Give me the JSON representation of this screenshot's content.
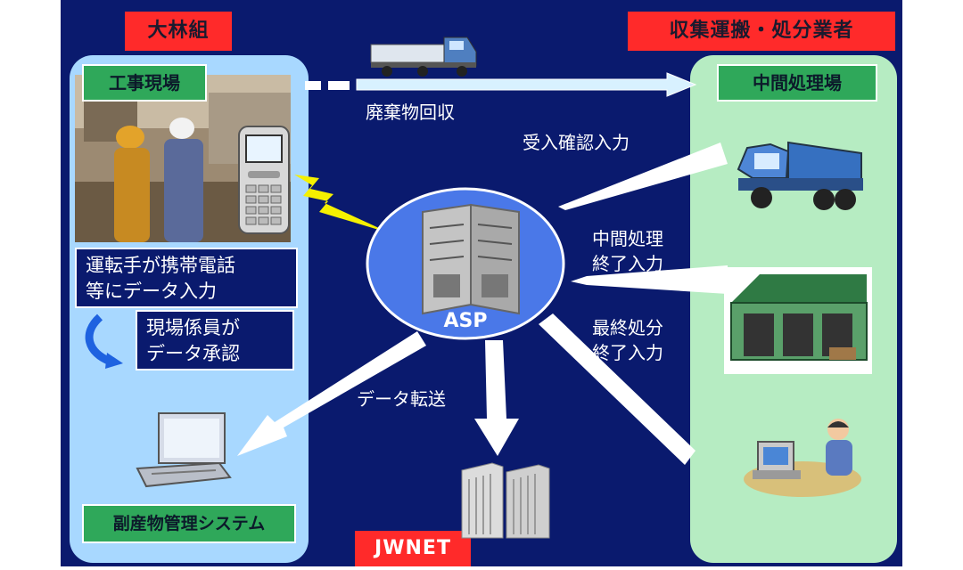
{
  "labels": {
    "obayashi": "大林組",
    "contractor": "収集運搬・処分業者",
    "jwnet": "JWNET"
  },
  "boxes": {
    "construction_site": "工事現場",
    "intermediate_plant": "中間処理場",
    "driver_entry_line1": "運転手が携帯電話",
    "driver_entry_line2": "等にデータ入力",
    "staff_approval_line1": "現場係員が",
    "staff_approval_line2": "データ承認",
    "byproduct_system": "副産物管理システム"
  },
  "server": {
    "label": "ASP"
  },
  "flows": {
    "waste_collection": "廃棄物回収",
    "receipt_confirmation": "受入確認入力",
    "intermediate_done_line1": "中間処理",
    "intermediate_done_line2": "終了入力",
    "final_done_line1": "最終処分",
    "final_done_line2": "終了入力",
    "data_transfer": "データ転送"
  },
  "colors": {
    "background": "#0a1a6e",
    "label_red": "#ff2a2a",
    "left_panel": "#a8d8ff",
    "right_panel": "#b6ecc2",
    "box_green": "#2fa85a",
    "asp_ellipse": "#4a78e8"
  },
  "icons": [
    "truck-icon",
    "dump-truck-icon",
    "warehouse-icon",
    "office-worker-icon",
    "laptop-icon",
    "server-rack-icon",
    "mobile-phone-icon",
    "lightning-icon",
    "curved-arrow-icon"
  ]
}
